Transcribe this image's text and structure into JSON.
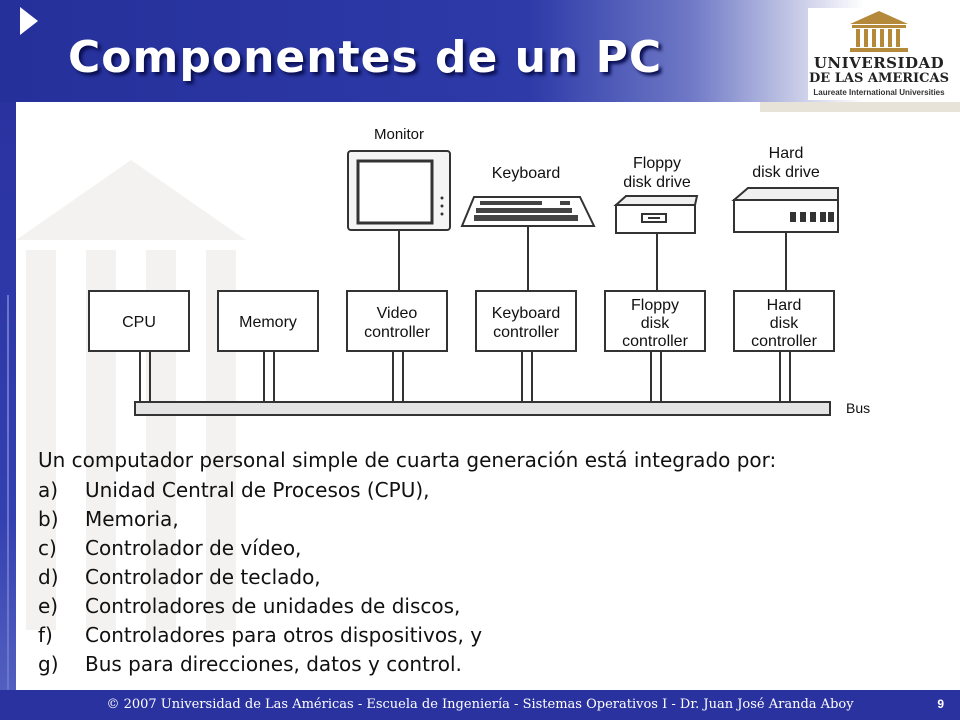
{
  "slide": {
    "title": "Componentes de un PC",
    "page_number": "9",
    "footer": "© 2007 Universidad de Las Américas  -  Escuela de Ingeniería  -  Sistemas Operativos I - Dr. Juan José Aranda Aboy"
  },
  "logo": {
    "line1": "UNIVERSIDAD",
    "line2": "DE LAS AMERICAS",
    "line3": "Laureate International Universities"
  },
  "diagram": {
    "devices": {
      "monitor": "Monitor",
      "keyboard": "Keyboard",
      "floppy": [
        "Floppy",
        "disk drive"
      ],
      "hard": [
        "Hard",
        "disk drive"
      ]
    },
    "controllers": {
      "cpu": [
        "CPU"
      ],
      "memory": [
        "Memory"
      ],
      "video": [
        "Video",
        "controller"
      ],
      "keyboard": [
        "Keyboard",
        "controller"
      ],
      "floppy": [
        "Floppy",
        "disk",
        "controller"
      ],
      "hard": [
        "Hard",
        "disk",
        "controller"
      ]
    },
    "bus_label": "Bus"
  },
  "body": {
    "intro": "Un computador personal simple de cuarta generación está integrado por:",
    "items": [
      {
        "letter": "a)",
        "text": "Unidad Central de Procesos (CPU),"
      },
      {
        "letter": "b)",
        "text": "Memoria,"
      },
      {
        "letter": "c)",
        "text": "Controlador de vídeo,"
      },
      {
        "letter": "d)",
        "text": "Controlador de teclado,"
      },
      {
        "letter": "e)",
        "text": "Controladores de unidades de discos,"
      },
      {
        "letter": "f)",
        "text": "Controladores para otros dispositivos, y"
      },
      {
        "letter": "g)",
        "text": "Bus para direcciones, datos y control."
      }
    ]
  },
  "colors": {
    "brand_blue": "#2a32a0",
    "logo_gold": "#b5893a"
  }
}
